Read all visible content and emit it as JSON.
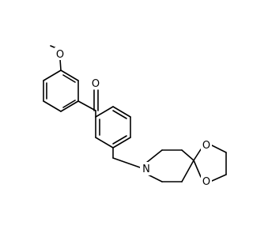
{
  "molecule": {
    "labels": {
      "methoxy_o": "O",
      "carbonyl_o": "O",
      "amine_n": "N",
      "dioxolane_o_top": "O",
      "dioxolane_o_bottom": "O"
    }
  }
}
